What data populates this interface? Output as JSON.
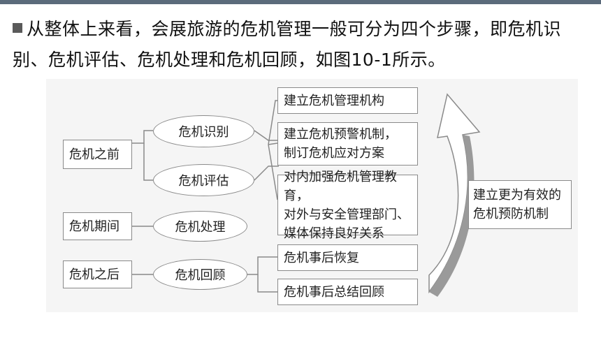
{
  "intro": {
    "text": "从整体上来看，会展旅游的危机管理一般可分为四个步骤，即危机识别、危机评估、危机处理和危机回顾，如图10-1所示。"
  },
  "diagram": {
    "phases": {
      "before": "危机之前",
      "during": "危机期间",
      "after": "危机之后"
    },
    "steps": {
      "identify": "危机识别",
      "assess": "危机评估",
      "handle": "危机处理",
      "review": "危机回顾"
    },
    "actions": {
      "org": "建立危机管理机构",
      "warning": "建立危机预警机制，\n制订危机应对方案",
      "education": "对内加强危机管理教育，\n对外与安全管理部门、\n媒体保持良好关系",
      "recovery": "危机事后恢复",
      "summary": "危机事后总结回顾"
    },
    "outcome": "建立更为有效的\n危机预防机制"
  },
  "colors": {
    "stroke": "#8a8a8a",
    "panel": "#f5f5f5",
    "arrow_fill": "#ffffff"
  }
}
